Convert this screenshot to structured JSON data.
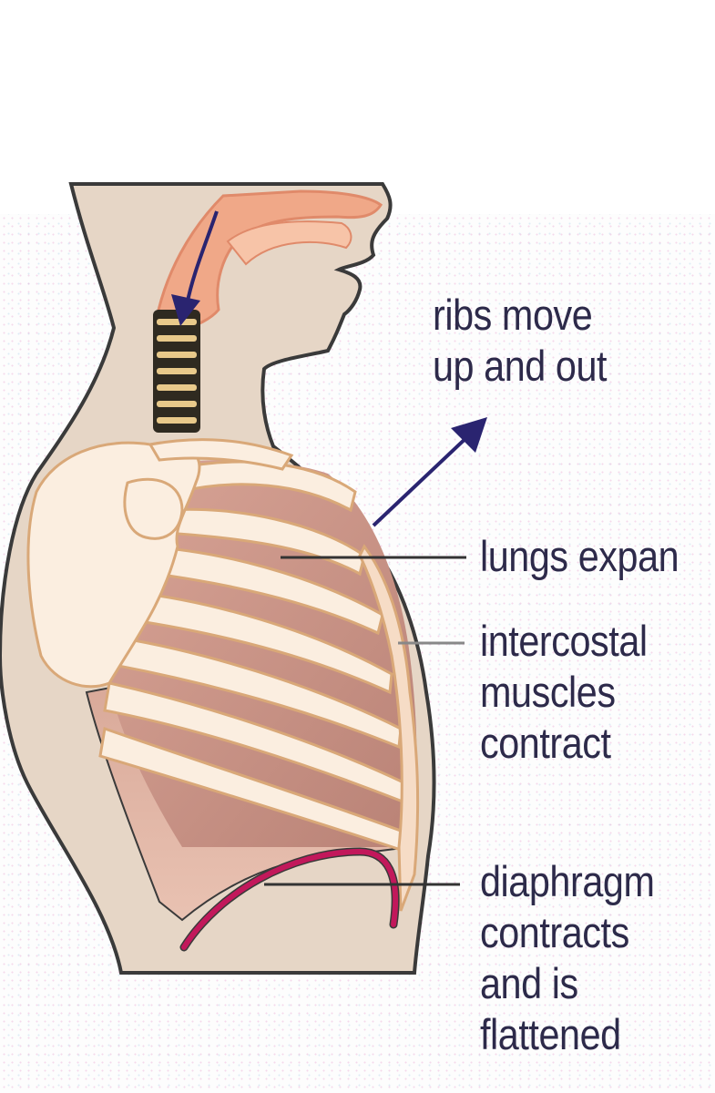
{
  "diagram": {
    "topic": "inhalation",
    "colors": {
      "skin": "#e6d6c6",
      "outline": "#3a3a3a",
      "bone": "#fbeee0",
      "bone_edge": "#d9a878",
      "lung": "#c9958a",
      "airway": "#f0a888",
      "diaphragm": "#c2185b",
      "arrow": "#2a2470",
      "leader_line": "#333333"
    },
    "labels": {
      "ribs": {
        "lines": [
          "ribs move",
          "up and out"
        ]
      },
      "lungs": {
        "lines": [
          "lungs expan"
        ]
      },
      "intercostal": {
        "lines": [
          "intercostal",
          "muscles",
          "contract"
        ]
      },
      "diaphragm": {
        "lines": [
          "diaphragm",
          "contracts",
          "and is",
          "flattened"
        ]
      }
    },
    "arrows": [
      {
        "name": "airflow-arrow",
        "direction": "down-into-trachea"
      },
      {
        "name": "ribs-movement-arrow",
        "direction": "up-and-out"
      }
    ]
  }
}
